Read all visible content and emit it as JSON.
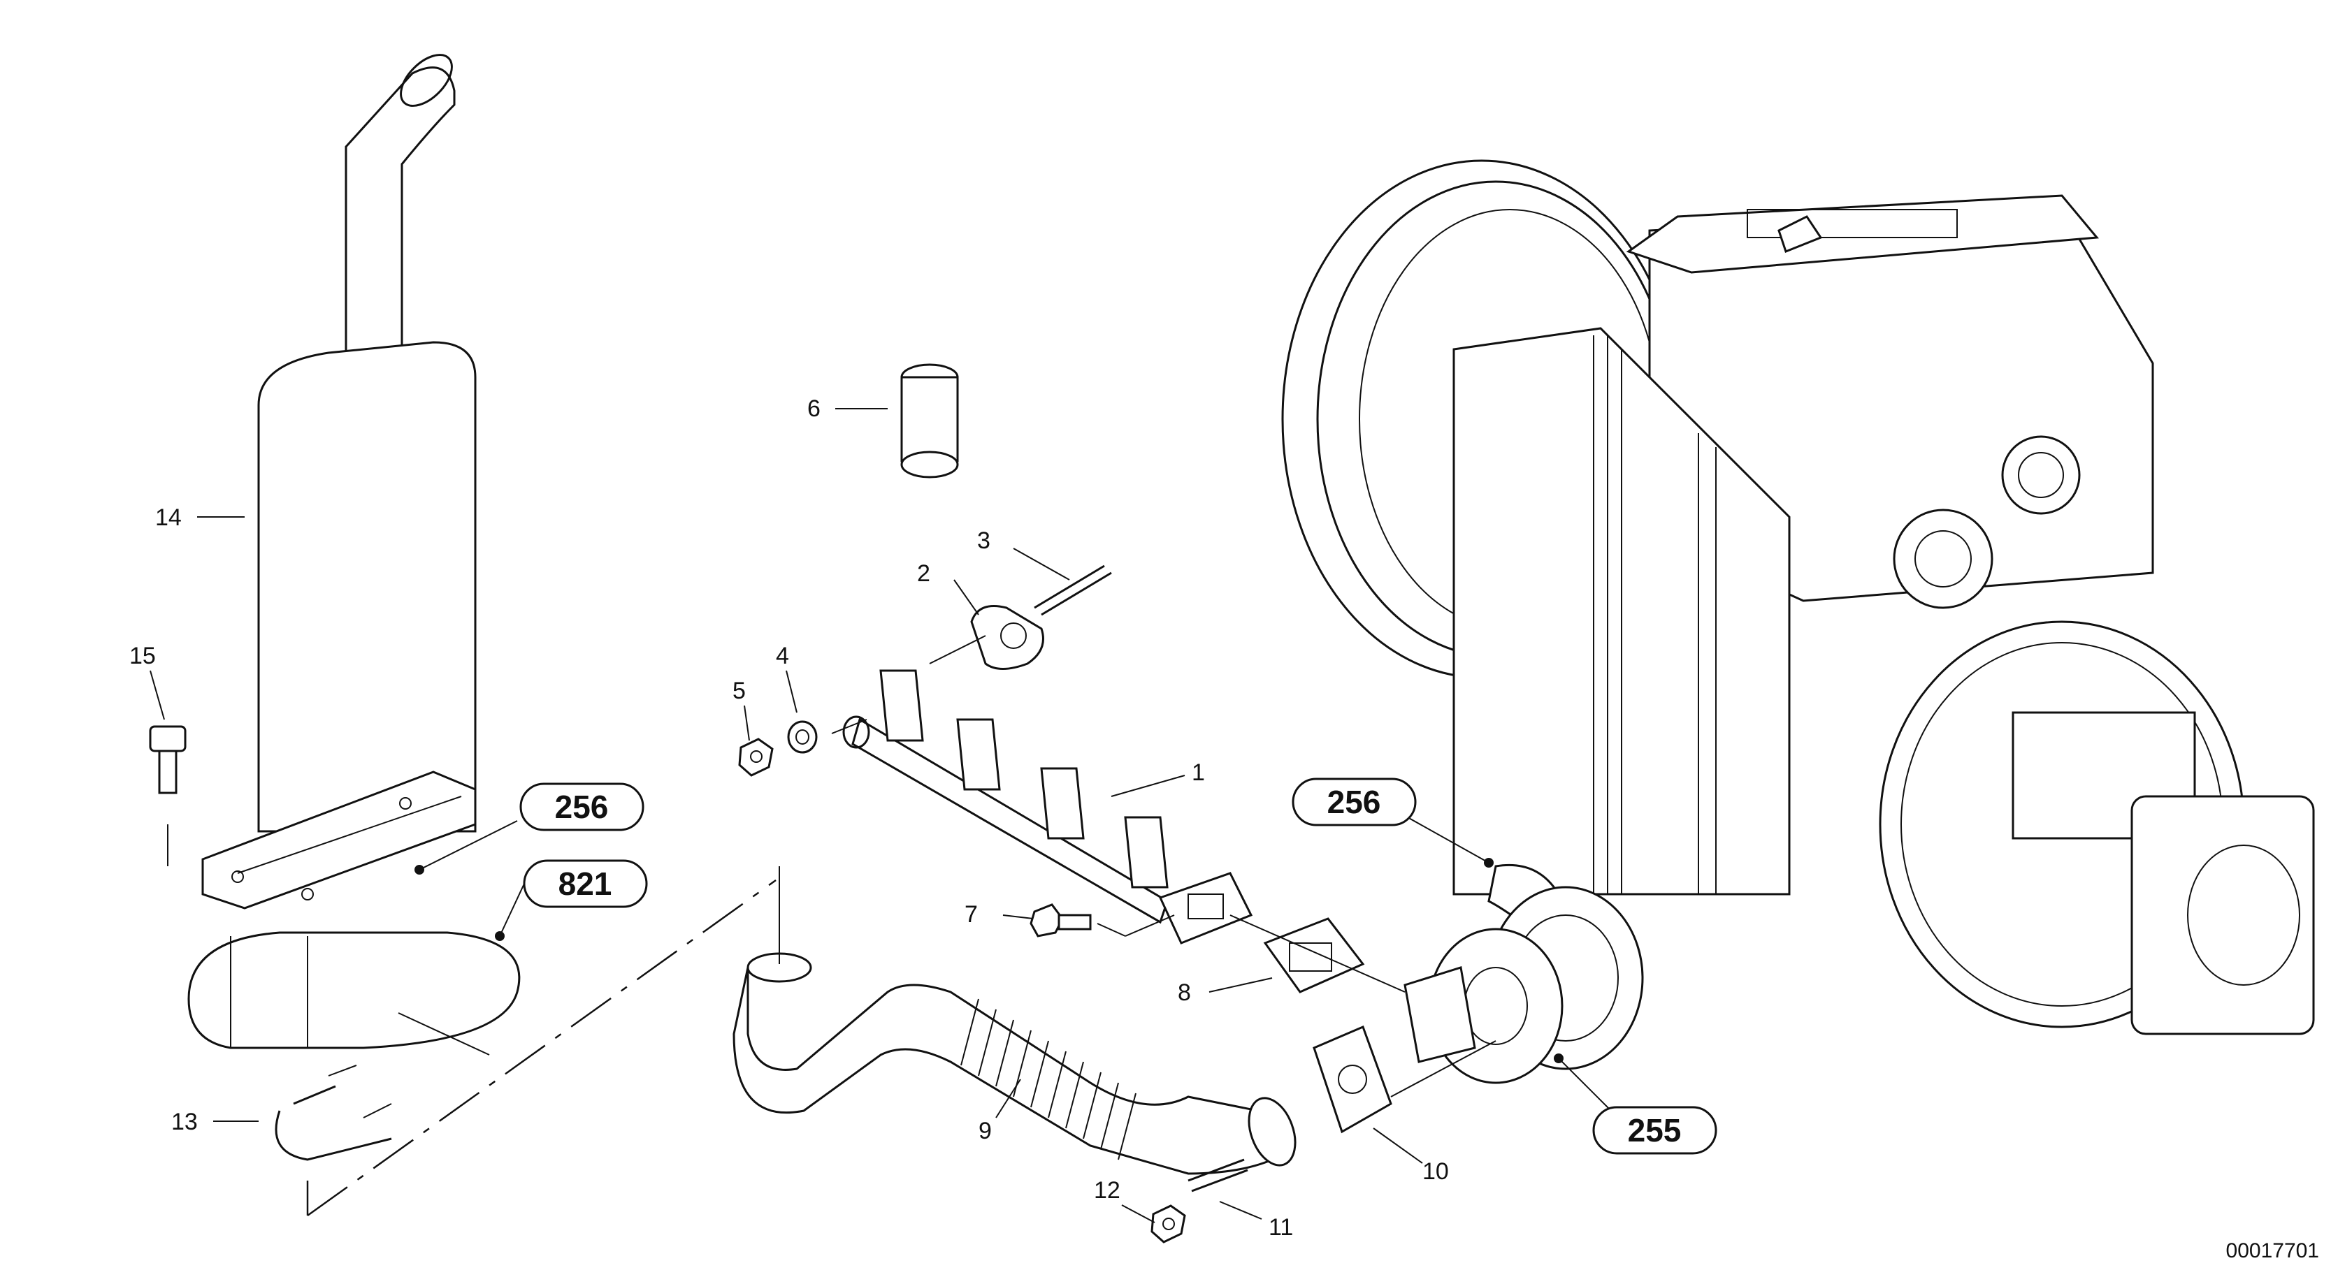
{
  "diagram": {
    "part_numbers": [
      "1",
      "2",
      "3",
      "4",
      "5",
      "6",
      "7",
      "8",
      "9",
      "10",
      "11",
      "12",
      "13",
      "14",
      "15"
    ],
    "reference_codes": [
      "256",
      "821",
      "256",
      "255"
    ],
    "drawing_code": "00017701"
  },
  "colors": {
    "line": "#111111",
    "background": "#ffffff"
  }
}
